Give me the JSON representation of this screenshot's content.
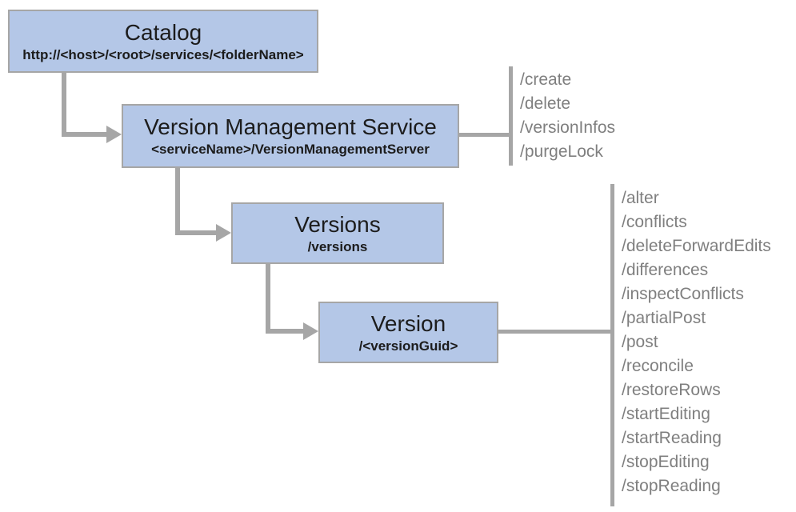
{
  "diagram": {
    "nodes": [
      {
        "title": "Catalog",
        "subtitle": "http://<host>/<root>/services/<folderName>"
      },
      {
        "title": "Version Management Service",
        "subtitle": "<serviceName>/VersionManagementServer"
      },
      {
        "title": "Versions",
        "subtitle": "/versions"
      },
      {
        "title": "Version",
        "subtitle": "/<versionGuid>"
      }
    ],
    "vms_operations": [
      "/create",
      "/delete",
      "/versionInfos",
      "/purgeLock"
    ],
    "version_operations": [
      "/alter",
      "/conflicts",
      "/deleteForwardEdits",
      "/differences",
      "/inspectConflicts",
      "/partialPost",
      "/post",
      "/reconcile",
      "/restoreRows",
      "/startEditing",
      "/startReading",
      "/stopEditing",
      "/stopReading"
    ],
    "colors": {
      "node_fill": "#b4c7e7",
      "node_border": "#a6a6a6",
      "connector": "#a6a6a6",
      "operation_text": "#7f7f7f",
      "node_text": "#1c1c1c"
    }
  }
}
